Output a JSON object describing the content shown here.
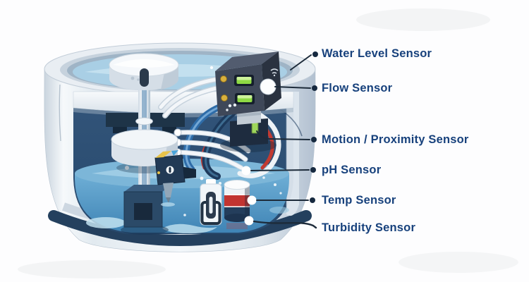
{
  "diagram": {
    "labels": [
      {
        "text": "Water Level Sensor"
      },
      {
        "text": "Flow Sensor"
      },
      {
        "text": "Motion / Proximity Sensor"
      },
      {
        "text": "pH Sensor"
      },
      {
        "text": "Temp Sensor"
      },
      {
        "text": "Turbidity Sensor"
      }
    ],
    "illustration_parts": [
      "water-tank-cutaway",
      "float-assembly",
      "control-box",
      "ph-probe",
      "temp-sensor-device",
      "turbidity-probe",
      "cable-bundle",
      "water-surface"
    ],
    "palette": {
      "label_text": "#17417c",
      "leader_line": "#1d2b3a",
      "tank_body": "#edf2f6",
      "interior_wall": "#2a4e73",
      "water": "#4e94c4",
      "water_surface": "#7cb6d8",
      "base_rim": "#24405e",
      "control_box": "#3f4859",
      "led_green": "#8ed944",
      "cable_red": "#c23a31",
      "cable_blue": "#2e6ca8",
      "temp_band_red": "#c23431",
      "accent_yellow": "#e8c34a"
    }
  }
}
